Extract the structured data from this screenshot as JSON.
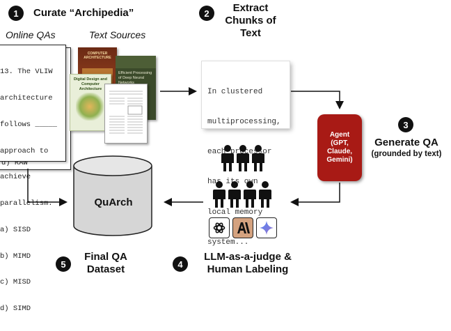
{
  "steps": [
    {
      "num": "1",
      "label": "Curate “Archipedia”"
    },
    {
      "num": "2",
      "label_lines": [
        "Extract",
        "Chunks of",
        "Text"
      ]
    },
    {
      "num": "3",
      "label_lines": [
        "Generate QA",
        "(grounded by text)"
      ]
    },
    {
      "num": "4",
      "label_lines": [
        "LLM-as-a-judge &",
        "Human Labeling"
      ]
    },
    {
      "num": "5",
      "label_lines": [
        "Final QA",
        "Dataset"
      ]
    }
  ],
  "sources": {
    "online_qas": "Online QAs",
    "text_sources": "Text Sources"
  },
  "question_card": {
    "lines": [
      "13. The VLIW",
      "architecture",
      "follows _____",
      "approach to",
      "achieve",
      "parallelism.",
      "a) SISD",
      "b) MIMD",
      "c) MISD",
      "d) SIMD"
    ],
    "back_line": "d) RAW"
  },
  "books": {
    "book1_title": "COMPUTER ARCHITECTURE",
    "book2_title": "Efficient Processing of Deep Neural Networks",
    "book3_title": "Digital Design and Computer Architecture"
  },
  "chunk_lines": [
    "In clustered",
    "multiprocessing,",
    "each processor",
    "has its own",
    "local memory",
    "system..."
  ],
  "agent_lines": [
    "Agent",
    "(GPT,",
    "Claude,",
    "Gemini)"
  ],
  "database_label": "QuArch",
  "model_icons": [
    "openai-logo",
    "anthropic-logo",
    "gemini-logo"
  ],
  "colors": {
    "agent": "#a81a15",
    "database": "#d6d6d6",
    "anthropic": "#d4a27f",
    "gemini": "#4f86f7"
  }
}
